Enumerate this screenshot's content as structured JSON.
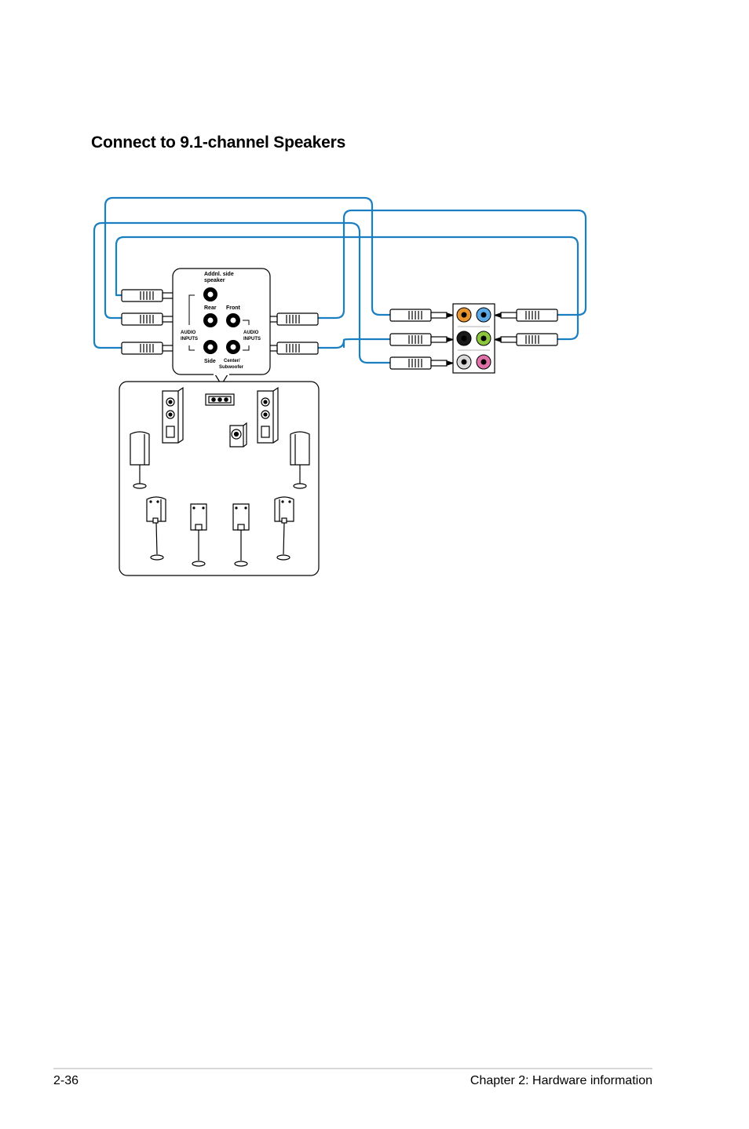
{
  "section": {
    "title": "Connect to 9.1-channel Speakers"
  },
  "amplifier_panel": {
    "addnl_label_line1": "Addnl. side",
    "addnl_label_line2": "speaker",
    "rear_label": "Rear",
    "front_label": "Front",
    "side_label": "Side",
    "center_label_line1": "Center/",
    "center_label_line2": "Subwoofer",
    "audio_inputs_left_line1": "AUDIO",
    "audio_inputs_left_line2": "INPUTS",
    "audio_inputs_right_line1": "AUDIO",
    "audio_inputs_right_line2": "INPUTS"
  },
  "io_panel": {
    "jack_colors": [
      "#e8952f",
      "#5aa9e6",
      "#1a1a1a",
      "#8cc63e",
      "#d9d9d9",
      "#e070a8"
    ]
  },
  "colors": {
    "cable": "#1a7fc1"
  },
  "footer": {
    "page_number": "2-36",
    "chapter": "Chapter 2: Hardware information"
  }
}
